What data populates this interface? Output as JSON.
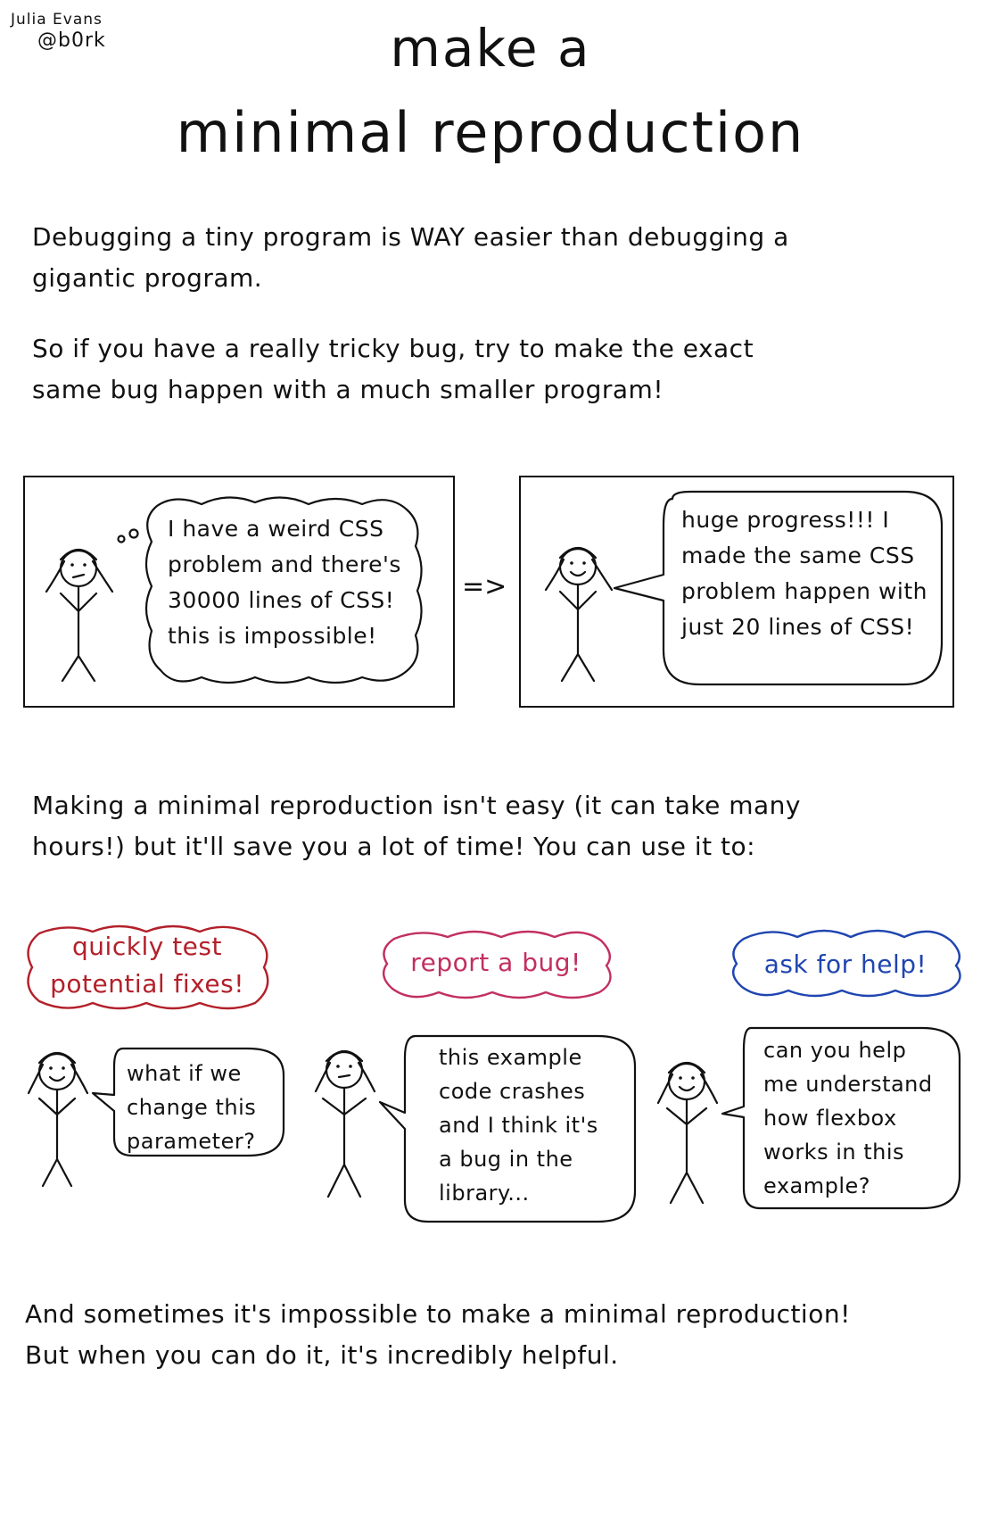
{
  "author": {
    "name": "Julia Evans",
    "handle": "@b0rk"
  },
  "title": {
    "line1": "make a",
    "line2": "minimal reproduction"
  },
  "intro": {
    "p1": [
      "Debugging a tiny program is WAY easier than debugging a",
      "gigantic program."
    ],
    "p2": [
      "So if you have a really tricky bug, try to make the exact",
      "same bug happen with a much smaller program!"
    ]
  },
  "comic": {
    "left_thought": [
      "I have a weird CSS",
      "problem and there's",
      "30000 lines of CSS!",
      "this is impossible!"
    ],
    "arrow": "=>",
    "right_speech": [
      "huge progress!!! I",
      "made the same CSS",
      "problem happen with",
      "just 20 lines of CSS!"
    ]
  },
  "middle": [
    "Making a minimal reproduction isn't easy (it can take many",
    "hours!) but it'll save you a lot of time! You can use it to:"
  ],
  "uses": [
    {
      "label": [
        "quickly test",
        "potential fixes!"
      ],
      "speech": [
        "what if we",
        "change this",
        "parameter?"
      ]
    },
    {
      "label": [
        "report a bug!"
      ],
      "speech": [
        "this example",
        "code crashes",
        "and I think it's",
        "a bug in the",
        "library..."
      ]
    },
    {
      "label": [
        "ask for help!"
      ],
      "speech": [
        "can you help",
        "me understand",
        "how flexbox",
        "works in this",
        "example?"
      ]
    }
  ],
  "closing": [
    "And sometimes it's impossible to make a minimal reproduction!",
    "But when you can do it, it's incredibly helpful."
  ],
  "colors": {
    "red": "#b3202a",
    "pink": "#c2305f",
    "blue": "#1f45b0",
    "ink": "#111111"
  }
}
